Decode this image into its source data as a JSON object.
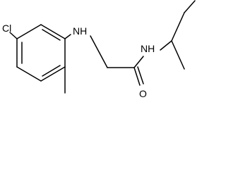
{
  "molecule": {
    "atoms": {
      "chlorine": "Cl",
      "amine_nh": "NH",
      "amide_nh": "NH",
      "oxygen": "O"
    },
    "colors": {
      "bond": "#000000",
      "label": "#000000",
      "background": "#ffffff"
    }
  }
}
